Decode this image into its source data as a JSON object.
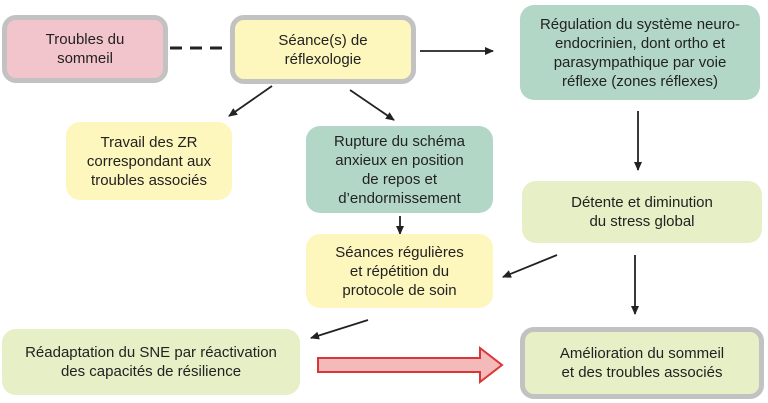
{
  "nodes": {
    "troubles_sommeil": "Troubles du\nsommeil",
    "seances_reflexologie": "Séance(s) de\nréflexologie",
    "regulation": "Régulation du système neuro-\nendocrinien, dont ortho et\nparasympathique par voie\nréflexe (zones réflexes)",
    "travail_zr": "Travail des ZR\ncorrespondant aux\ntroubles associés",
    "rupture": "Rupture du schéma\nanxieux en position\nde repos et\nd’endormissement",
    "detente": "Détente et diminution\ndu stress global",
    "seances_regulieres": "Séances régulières\net répétition du\nprotocole de soin",
    "readaptation": "Réadaptation du SNE par réactivation\ndes capacités de résilience",
    "amelioration": "Amélioration du sommeil\net des troubles associés"
  },
  "colors": {
    "pink": "#f2c4cb",
    "yellow": "#fdf6bd",
    "green": "#b3d7c7",
    "lime": "#e6efc6",
    "ring": "#c2c2c2",
    "arrow": "#222222",
    "big_arrow_fill": "#f4b9b9",
    "big_arrow_stroke": "#d9363a"
  }
}
